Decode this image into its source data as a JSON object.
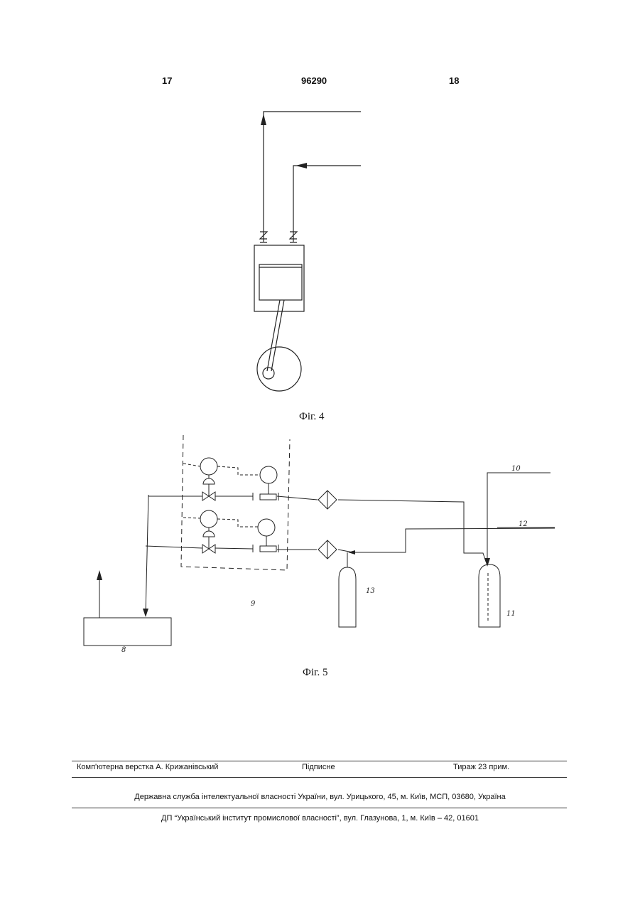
{
  "header": {
    "page_left": "17",
    "patent_number": "96290",
    "page_right": "18"
  },
  "figures": {
    "fig4_caption": "Фіг. 4",
    "fig5_caption": "Фіг. 5",
    "fig5_labels": {
      "l8": "8",
      "l9": "9",
      "l10": "10",
      "l11": "11",
      "l12": "12",
      "l13": "13"
    }
  },
  "footer": {
    "layout": "Комп'ютерна верстка А. Крижанівський",
    "signed": "Підписне",
    "circulation": "Тираж 23 прим.",
    "service": "Державна служба інтелектуальної власності України, вул. Урицького, 45, м. Київ, МСП, 03680, Україна",
    "institute": "ДП “Український інститут промислової власності”, вул. Глазунова, 1, м. Київ – 42, 01601"
  }
}
